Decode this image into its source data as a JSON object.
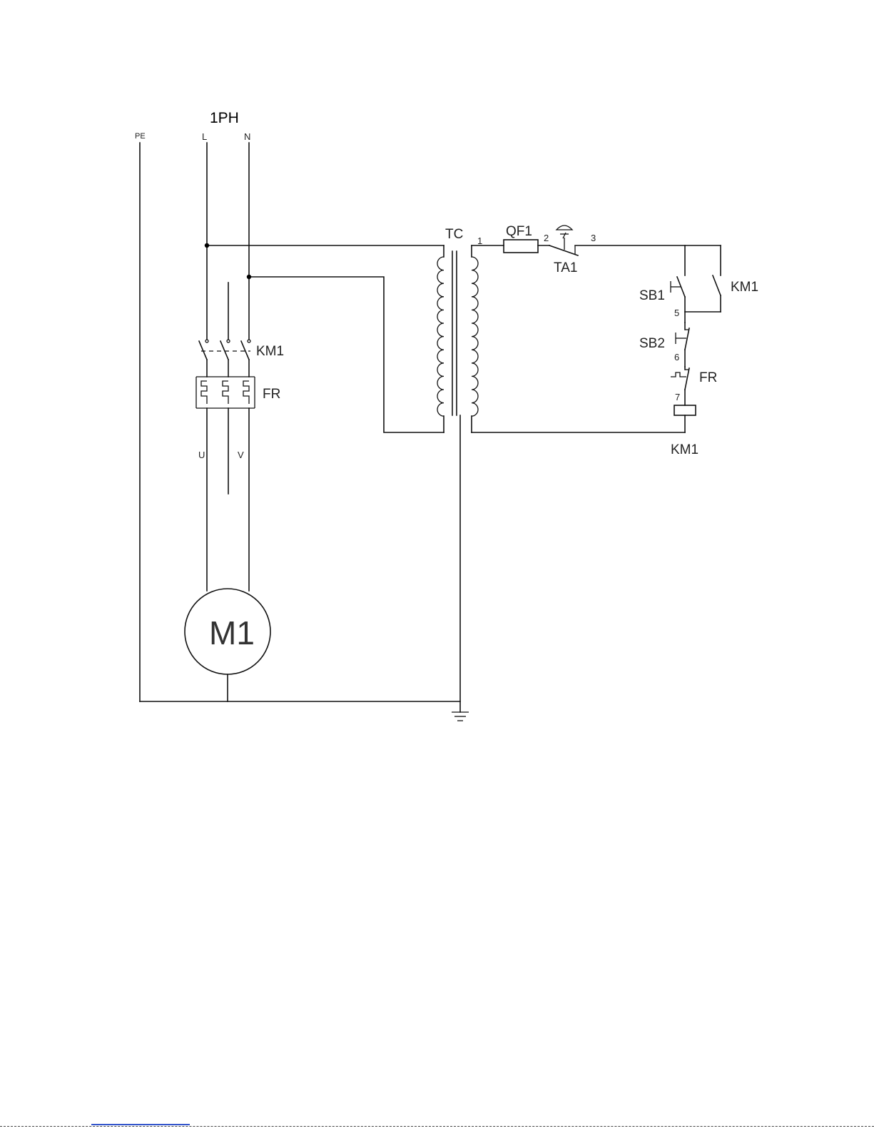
{
  "title": "1PH",
  "supply_terminals": {
    "pe": "PE",
    "line": "L",
    "neutral": "N"
  },
  "transformer": {
    "tag": "TC"
  },
  "control_nodes": {
    "n1": "1",
    "n2": "2",
    "n3": "3",
    "n5": "5",
    "n6": "6",
    "n7": "7"
  },
  "control_components": {
    "breaker": "QF1",
    "emergency_stop": "TA1",
    "start_button": "SB1",
    "stop_button": "SB2",
    "hold_contact": "KM1",
    "overload_contact": "FR",
    "coil": "KM1"
  },
  "power_components": {
    "main_contacts": "KM1",
    "overload_relay": "FR",
    "motor": "M1"
  },
  "motor_leads": {
    "u": "U",
    "v": "V"
  }
}
